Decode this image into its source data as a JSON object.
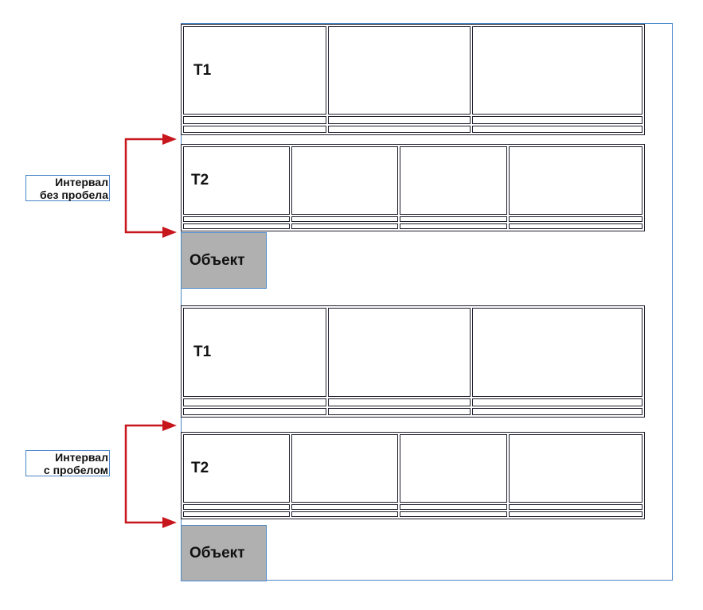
{
  "sections": [
    {
      "t1_label": "T1",
      "t2_label": "T2",
      "object_label": "Объект",
      "interval_line1": "Интервал",
      "interval_line2": "без пробела"
    },
    {
      "t1_label": "T1",
      "t2_label": "T2",
      "object_label": "Объект",
      "interval_line1": "Интервал",
      "interval_line2": "с пробелом"
    }
  ],
  "colors": {
    "arrow": "#c8161d",
    "frame": "#4a86c8",
    "object_fill": "#b0b0b0",
    "table_border": "#1e1e2e"
  }
}
